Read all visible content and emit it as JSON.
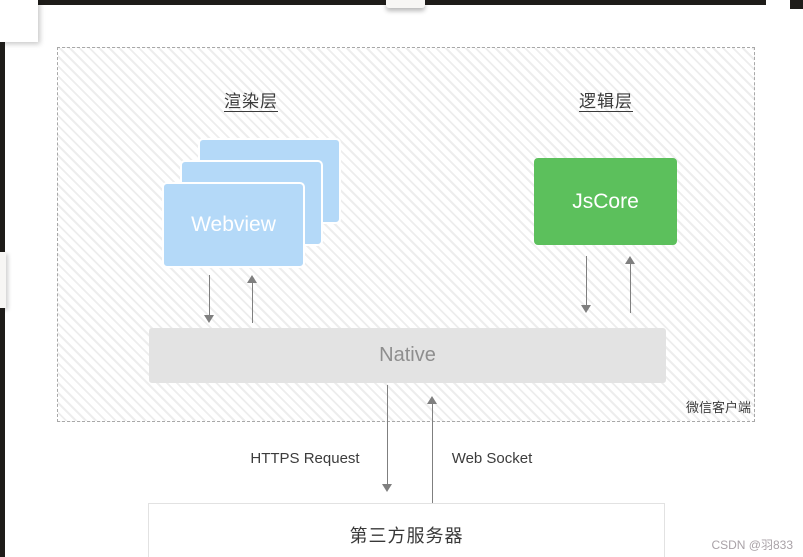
{
  "diagram": {
    "client_box": {
      "label": "微信客户端",
      "render_layer_title": "渲染层",
      "logic_layer_title": "逻辑层",
      "webview_label": "Webview",
      "jscore_label": "JsCore",
      "native_label": "Native"
    },
    "network": {
      "https_label": "HTTPS Request",
      "websocket_label": "Web Socket"
    },
    "server_label": "第三方服务器",
    "watermark": "CSDN @羽833",
    "colors": {
      "frame_dark": "#1e1c19",
      "hatch_line": "#ededed",
      "webview_blue": "#b4d9f8",
      "jscore_green": "#5cc05c",
      "native_gray": "#e3e3e3",
      "arrow_gray": "#7f7f7f"
    },
    "icons": {
      "down_arrow": "down-arrow-icon",
      "up_arrow": "up-arrow-icon"
    }
  }
}
